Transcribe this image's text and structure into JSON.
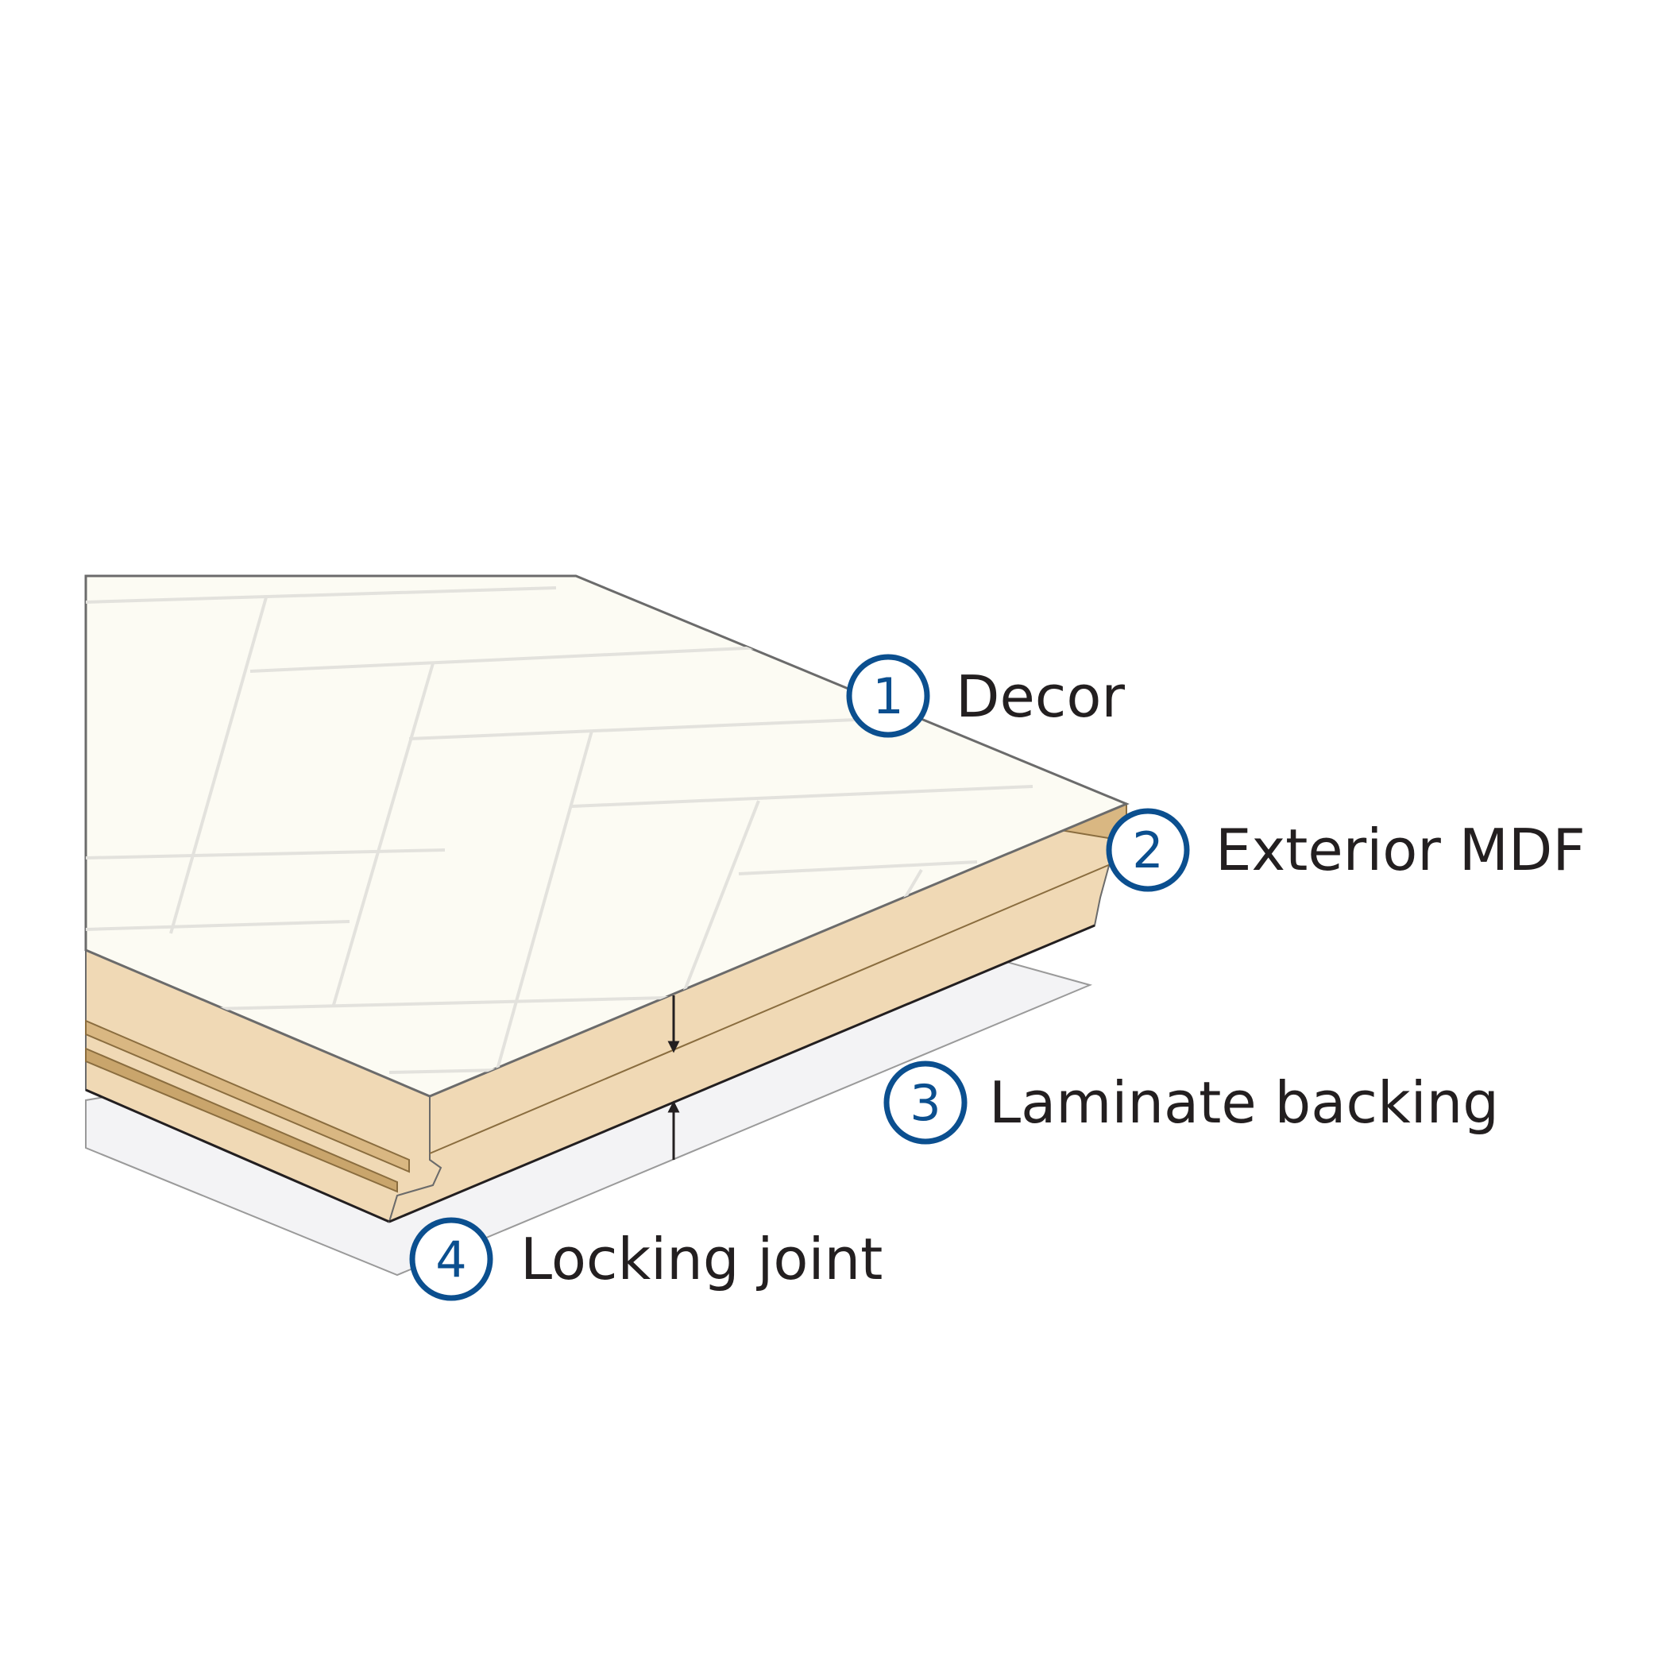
{
  "colors": {
    "accent": "#0b4f8f",
    "decor_surface": "#fcfbf3",
    "decor_grain": "#e3e2dd",
    "mdf_core": "#f0d9b5",
    "mdf_shadow": "#d9b782",
    "backing_sheet": "#f3f3f5",
    "outline": "#6b6b6b",
    "text": "#231f20"
  },
  "layers": [
    {
      "number": "1",
      "label": "Decor"
    },
    {
      "number": "2",
      "label": "Exterior MDF"
    },
    {
      "number": "3",
      "label": "Laminate backing"
    },
    {
      "number": "4",
      "label": "Locking joint"
    }
  ]
}
